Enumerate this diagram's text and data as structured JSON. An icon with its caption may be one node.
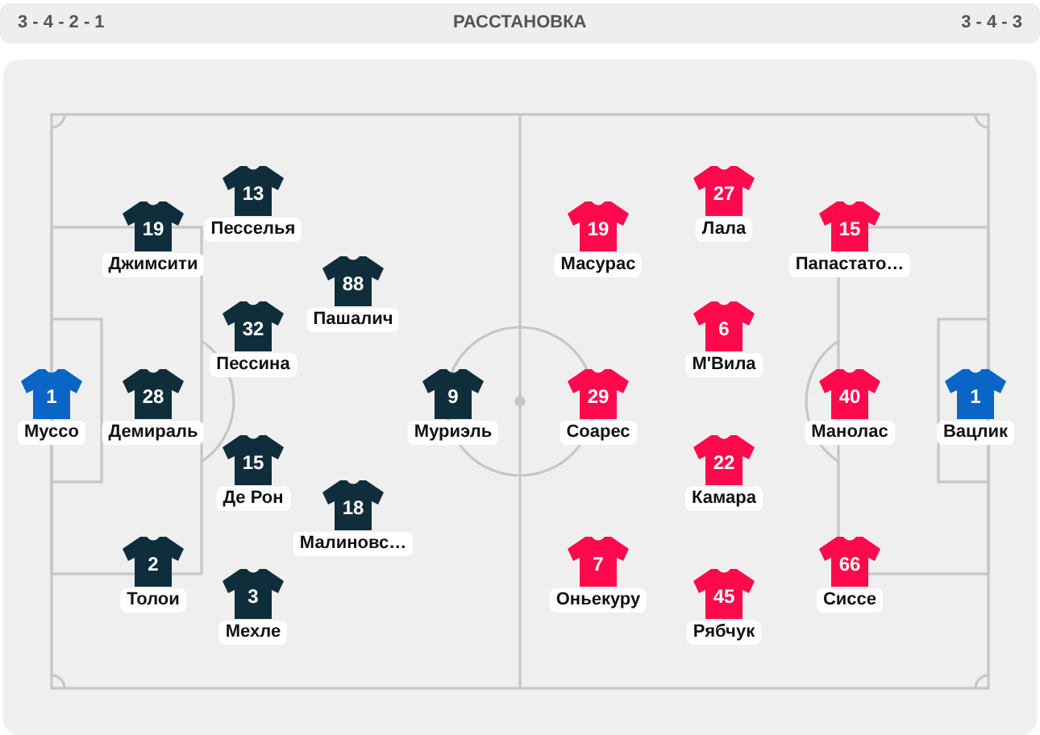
{
  "diagram": {
    "title": "РАССТАНОВКА",
    "nodes": [
      {
        "text": [
          "1"
        ],
        "beside": [
          "Муссо"
        ]
      },
      {
        "text": [
          "19"
        ],
        "beside": [
          "Джимсити"
        ]
      },
      {
        "text": [
          "28"
        ],
        "beside": [
          "Демираль"
        ]
      },
      {
        "text": [
          "2"
        ],
        "beside": [
          "Толои"
        ]
      },
      {
        "text": [
          "13"
        ],
        "beside": [
          "Песселья"
        ]
      },
      {
        "text": [
          "32"
        ],
        "beside": [
          "Пессина"
        ]
      },
      {
        "text": [
          "15"
        ],
        "beside": [
          "Де Рон"
        ]
      },
      {
        "text": [
          "3"
        ],
        "beside": [
          "Мехле"
        ]
      },
      {
        "text": [
          "88"
        ],
        "beside": [
          "Пашалич"
        ]
      },
      {
        "text": [
          "18"
        ],
        "beside": [
          "Малиновс…"
        ]
      },
      {
        "text": [
          "9"
        ],
        "beside": [
          "Муриэль"
        ]
      },
      {
        "text": [
          "19"
        ],
        "beside": [
          "Масурас"
        ]
      },
      {
        "text": [
          "29"
        ],
        "beside": [
          "Соарес"
        ]
      },
      {
        "text": [
          "7"
        ],
        "beside": [
          "Оньекуру"
        ]
      },
      {
        "text": [
          "27"
        ],
        "beside": [
          "Лала"
        ]
      },
      {
        "text": [
          "6"
        ],
        "beside": [
          "М'Вила"
        ]
      },
      {
        "text": [
          "22"
        ],
        "beside": [
          "Камара"
        ]
      },
      {
        "text": [
          "45"
        ],
        "beside": [
          "Рябчук"
        ]
      },
      {
        "text": [
          "15"
        ],
        "beside": [
          "Папастато…"
        ]
      },
      {
        "text": [
          "40"
        ],
        "beside": [
          "Манолас"
        ]
      },
      {
        "text": [
          "66"
        ],
        "beside": [
          "Сиссе"
        ]
      },
      {
        "text": [
          "1"
        ],
        "beside": [
          "Вацлик"
        ]
      }
    ],
    "labels": [
      "3 - 4 - 2 - 1",
      "3 - 4 - 3"
    ]
  }
}
